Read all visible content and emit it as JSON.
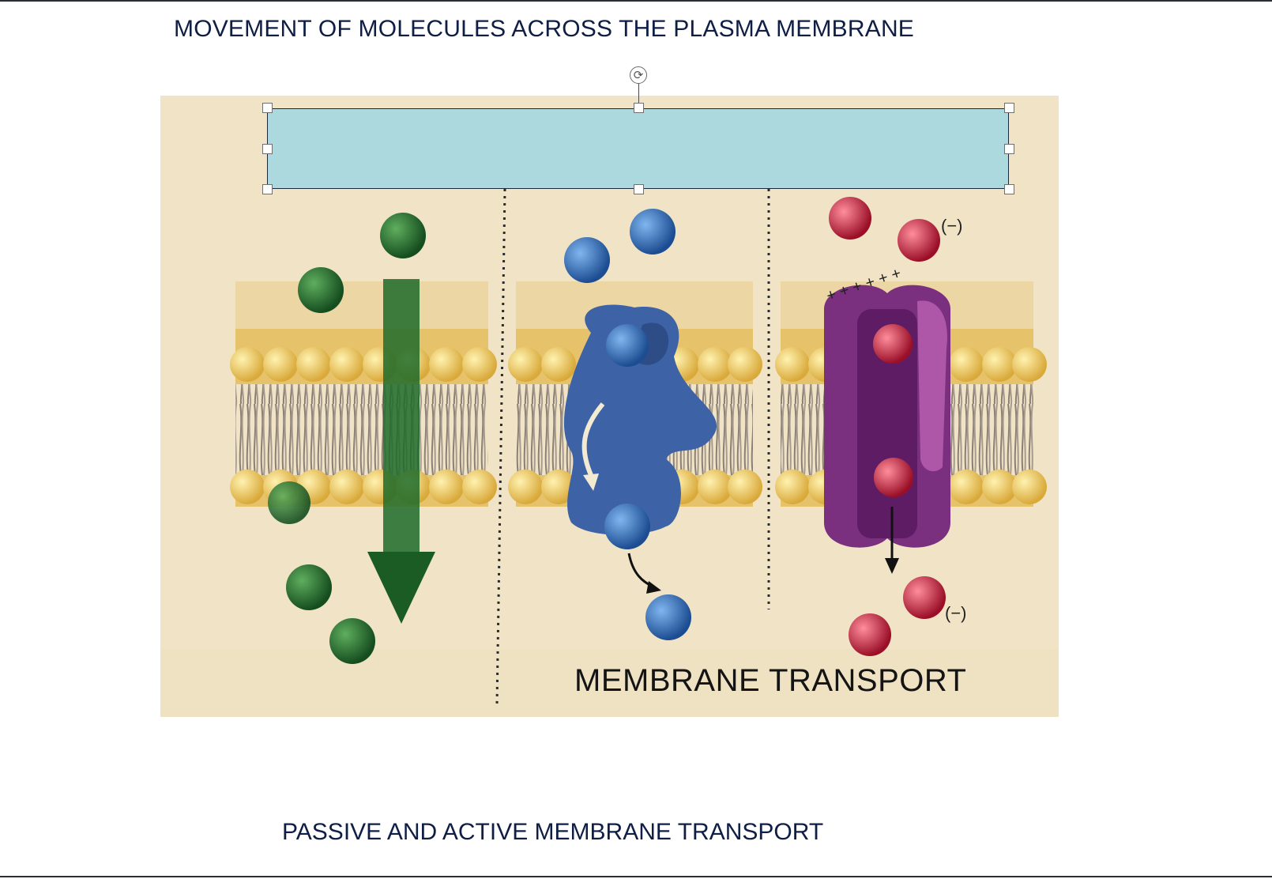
{
  "slide": {
    "title": "MOVEMENT OF MOLECULES ACROSS THE PLASMA MEMBRANE",
    "subtitle": "PASSIVE AND ACTIVE MEMBRANE TRANSPORT"
  },
  "figure": {
    "caption": "MEMBRANE TRANSPORT",
    "charge_labels": [
      "(−)",
      "(−)"
    ],
    "positive_charge_label": "+ + + + + +"
  },
  "selection": {
    "rotate_icon": "rotate-icon",
    "rotate_glyph": "⟳"
  },
  "colors": {
    "text_box_fill": "#acd9dd",
    "title_text": "#0f1e45",
    "green_molecule": "#1f6b2a",
    "blue_molecule": "#2f6fc1",
    "red_molecule": "#c81f3c",
    "carrier_protein": "#3d62a6",
    "channel_protein": "#7a2f7f"
  }
}
